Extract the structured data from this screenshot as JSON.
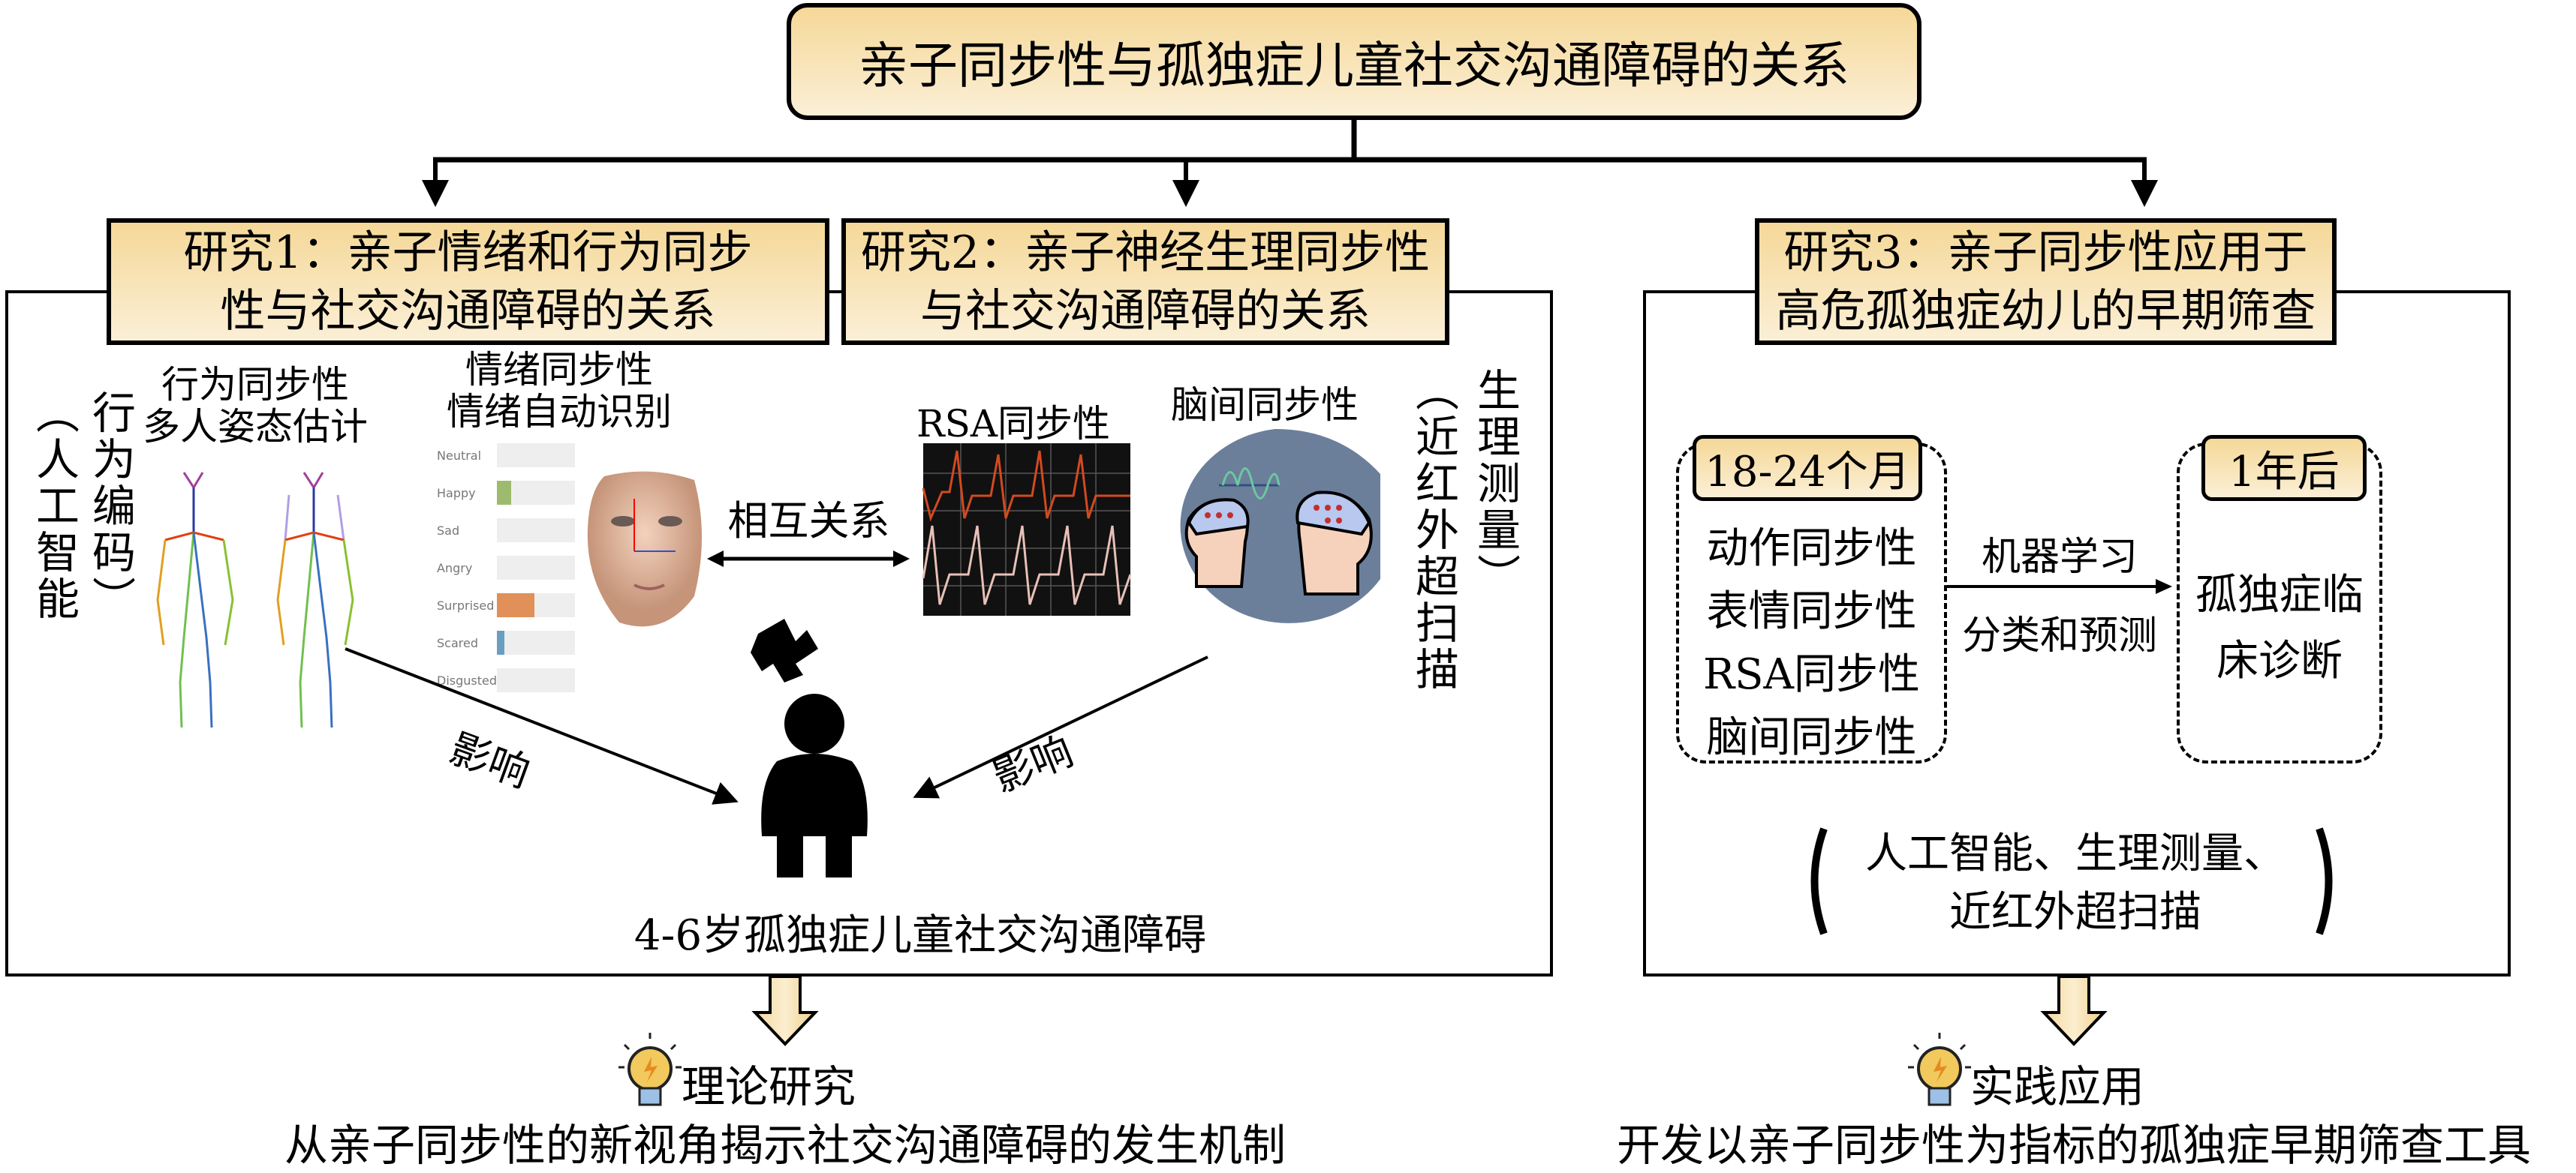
{
  "title": "亲子同步性与孤独症儿童社交沟通障碍的关系",
  "study1": {
    "line1": "研究1：亲子情绪和行为同步",
    "line2": "性与社交沟通障碍的关系"
  },
  "study2": {
    "line1": "研究2：亲子神经生理同步性",
    "line2": "与社交沟通障碍的关系"
  },
  "study3": {
    "line1": "研究3：亲子同步性应用于",
    "line2": "高危孤独症幼儿的早期筛查"
  },
  "left_panel": {
    "method_ai": {
      "col1": "（人工智能",
      "col2": "行为编码）"
    },
    "behavior": {
      "line1": "行为同步性",
      "line2": "多人姿态估计"
    },
    "emotion": {
      "line1": "情绪同步性",
      "line2": "情绪自动识别"
    },
    "emotion_chart": {
      "labels": [
        "Neutral",
        "Happy",
        "Sad",
        "Angry",
        "Surprised",
        "Scared",
        "Disgusted"
      ],
      "values": [
        0,
        0.18,
        0,
        0,
        0.48,
        0.1,
        0
      ],
      "colors": [
        "#ccc",
        "#9dbb6e",
        "#ccc",
        "#ccc",
        "#e09058",
        "#6a9ec0",
        "#ccc"
      ]
    },
    "mutual": "相互关系",
    "rsa": "RSA同步性",
    "brain": "脑间同步性",
    "method_phys": {
      "col1": "（近红外超扫描",
      "col2": "生理测量）"
    },
    "influence_left": "影响",
    "influence_right": "影响",
    "outcome": "4-6岁孤独症儿童社交沟通障碍"
  },
  "right_panel": {
    "age_tag": "18-24个月",
    "features": [
      "动作同步性",
      "表情同步性",
      "RSA同步性",
      "脑间同步性"
    ],
    "ml_line1": "机器学习",
    "ml_line2": "分类和预测",
    "later_tag": "1年后",
    "diag_line1": "孤独症临",
    "diag_line2": "床诊断",
    "methods_line1": "人工智能、生理测量、",
    "methods_line2": "近红外超扫描"
  },
  "bottom_left": {
    "heading": "理论研究",
    "text": "从亲子同步性的新视角揭示社交沟通障碍的发生机制"
  },
  "bottom_right": {
    "heading": "实践应用",
    "text": "开发以亲子同步性为指标的孤独症早期筛查工具"
  },
  "colors": {
    "box_top": "#f5d898",
    "box_bottom": "#fbefd6"
  }
}
